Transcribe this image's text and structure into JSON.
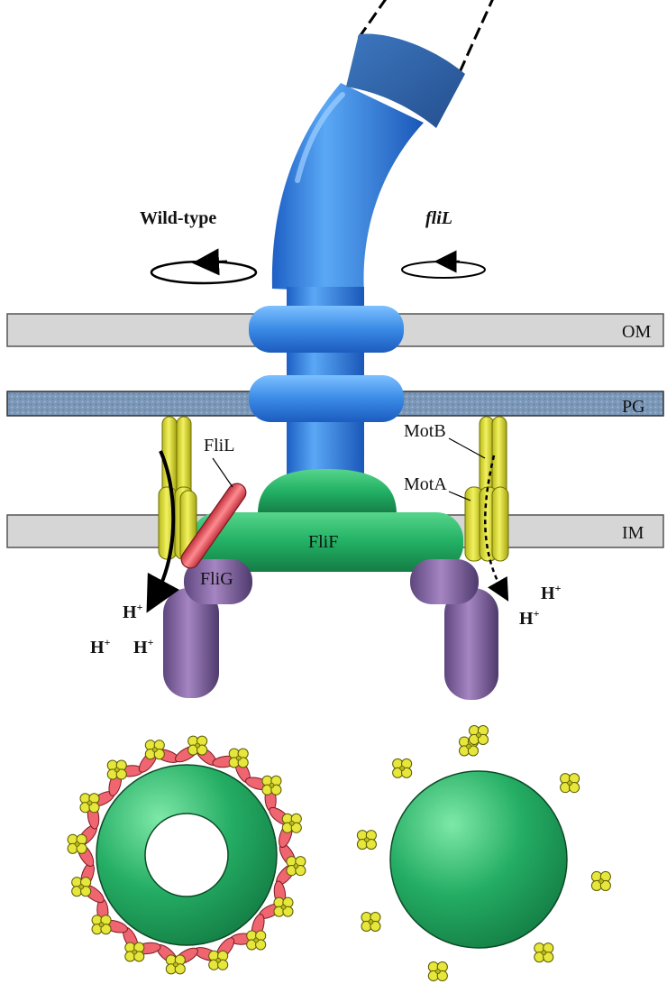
{
  "labels": {
    "wild_type": "Wild-type",
    "mutant": "fliL",
    "outer_membrane": "OM",
    "peptidoglycan": "PG",
    "inner_membrane": "IM",
    "flil": "FliL",
    "motb": "MotB",
    "mota": "MotA",
    "flif": "FliF",
    "flig": "FliG",
    "proton": "H",
    "proton_charge": "+"
  },
  "colors": {
    "filament": "#2f7fe0",
    "hook": "#2f69b4",
    "rings": "#3f93ea",
    "membrane": "#d6d6d6",
    "peptidoglycan": "#7c98b8",
    "flif": "#2ab36a",
    "flig": "#8a6aa8",
    "stator": "#d7d733",
    "flil": "#e9515c"
  },
  "rotation": {
    "wild_type": "large",
    "mutant": "small"
  },
  "bottom_views": {
    "wild_type": {
      "stator_count": 16,
      "flil_count": 32
    },
    "mutant": {
      "stator_count": 9
    }
  }
}
